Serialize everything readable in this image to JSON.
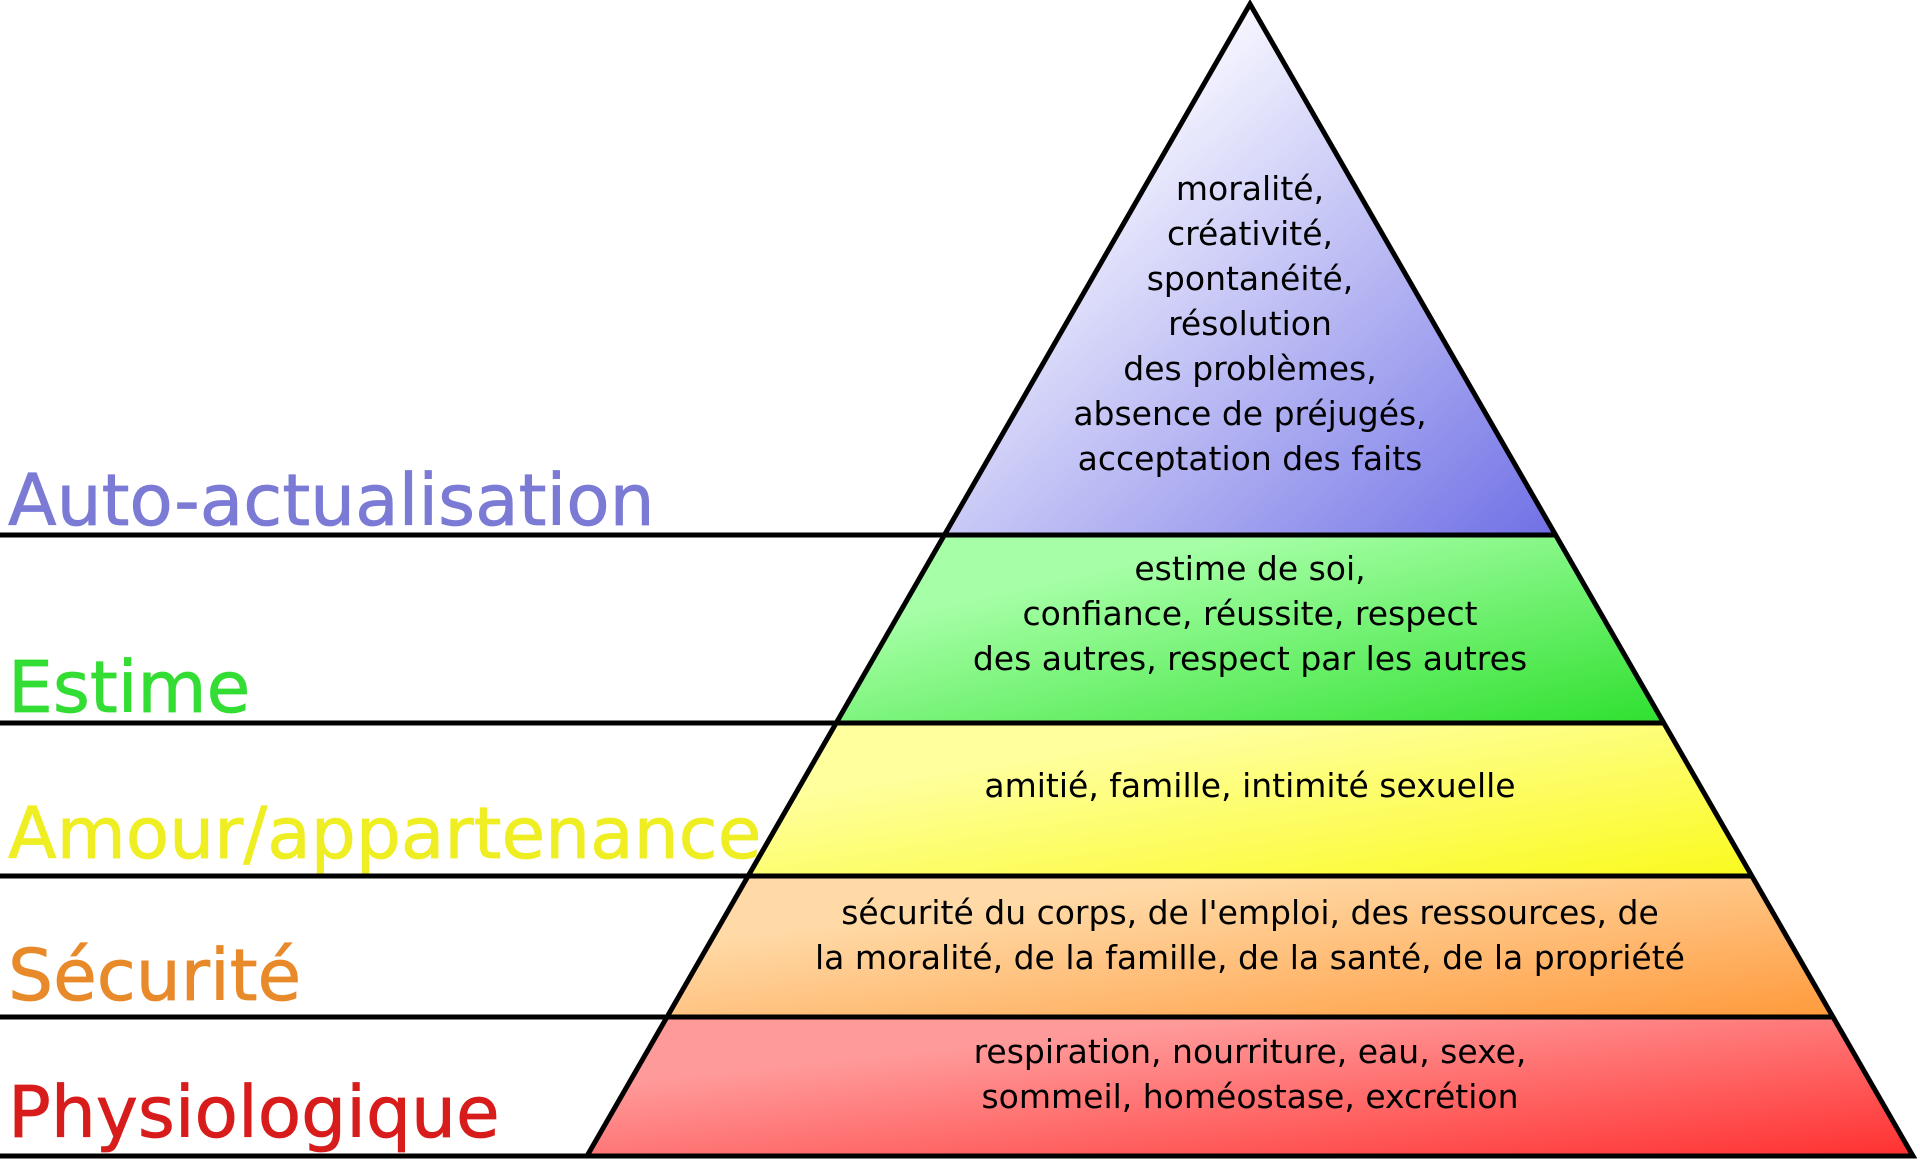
{
  "levels": [
    {
      "id": "self-actualization",
      "name": "Auto-actualisation",
      "name_color": "#7b7bd6",
      "fill_light": "#f6f6ff",
      "fill_dark": "#7070e6",
      "description": [
        "moralité,",
        "créativité,",
        "spontanéité,",
        "résolution",
        "des problèmes,",
        "absence de préjugés,",
        "acceptation des faits"
      ]
    },
    {
      "id": "esteem",
      "name": "Estime",
      "name_color": "#33dd33",
      "fill_light": "#a6ffa6",
      "fill_dark": "#2fe02f",
      "description": [
        "estime de soi,",
        "confiance, réussite, respect",
        "des autres, respect par les autres"
      ]
    },
    {
      "id": "love-belonging",
      "name": "Amour/appartenance",
      "name_color": "#eeee22",
      "fill_light": "#ffff9e",
      "fill_dark": "#fafa1e",
      "description": [
        "amitié, famille, intimité sexuelle"
      ]
    },
    {
      "id": "safety",
      "name": "Sécurité",
      "name_color": "#e88a2a",
      "fill_light": "#ffd9a6",
      "fill_dark": "#ff9a3c",
      "description": [
        "sécurité du corps, de l'emploi, des ressources, de",
        "la moralité, de la famille, de la santé, de la propriété"
      ]
    },
    {
      "id": "physiological",
      "name": "Physiologique",
      "name_color": "#d81c1c",
      "fill_light": "#ff9a9a",
      "fill_dark": "#ff3030",
      "description": [
        "respiration, nourriture, eau, sexe,",
        "sommeil, homéostase, excrétion"
      ]
    }
  ]
}
